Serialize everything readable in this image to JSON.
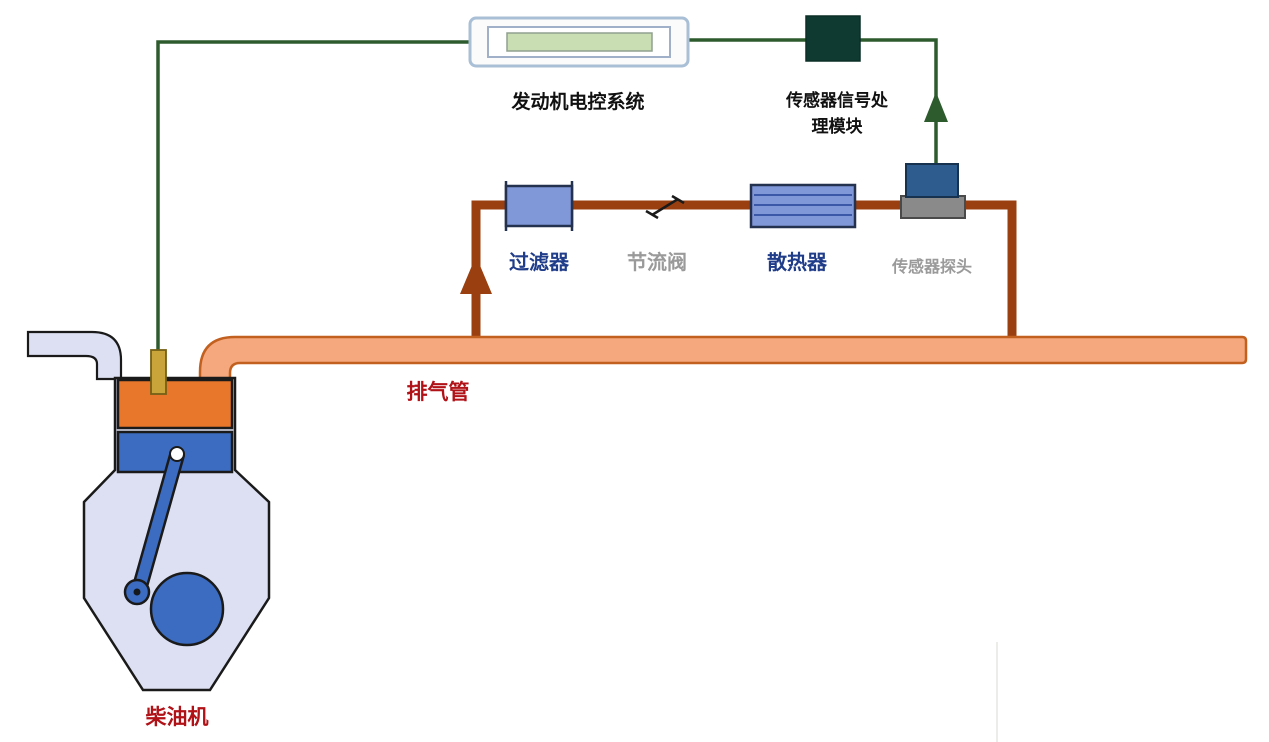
{
  "labels": {
    "ecu": "发动机电控系统",
    "module_line1": "传感器信号处",
    "module_line2": "理模块",
    "filter": "过滤器",
    "throttle": "节流阀",
    "radiator": "散热器",
    "probe": "传感器探头",
    "exhaust": "排气管",
    "engine": "柴油机"
  },
  "colors": {
    "wire_green": "#2E5B2E",
    "sample_pipe_brown": "#9A3F10",
    "exhaust_pipe_fill": "#F5A87D",
    "exhaust_pipe_stroke": "#C2601F",
    "module_fill": "#0E3A31",
    "component_blue_fill": "#8098D8",
    "component_blue_stroke": "#24324F",
    "radiator_line_blue": "#3A57A8",
    "probe_base_gray": "#8A8A8A",
    "probe_head_blue": "#2E5C8F",
    "engine_body_fill": "#DCE0F2",
    "cylinder_orange": "#E8762B",
    "piston_blue": "#3B6CC2",
    "injector_gold": "#C9A43B",
    "ecu_display_green": "#C9DEB2",
    "label_red": "#B01218",
    "label_blue": "#203D8A",
    "label_gray": "#9A9A9A"
  }
}
